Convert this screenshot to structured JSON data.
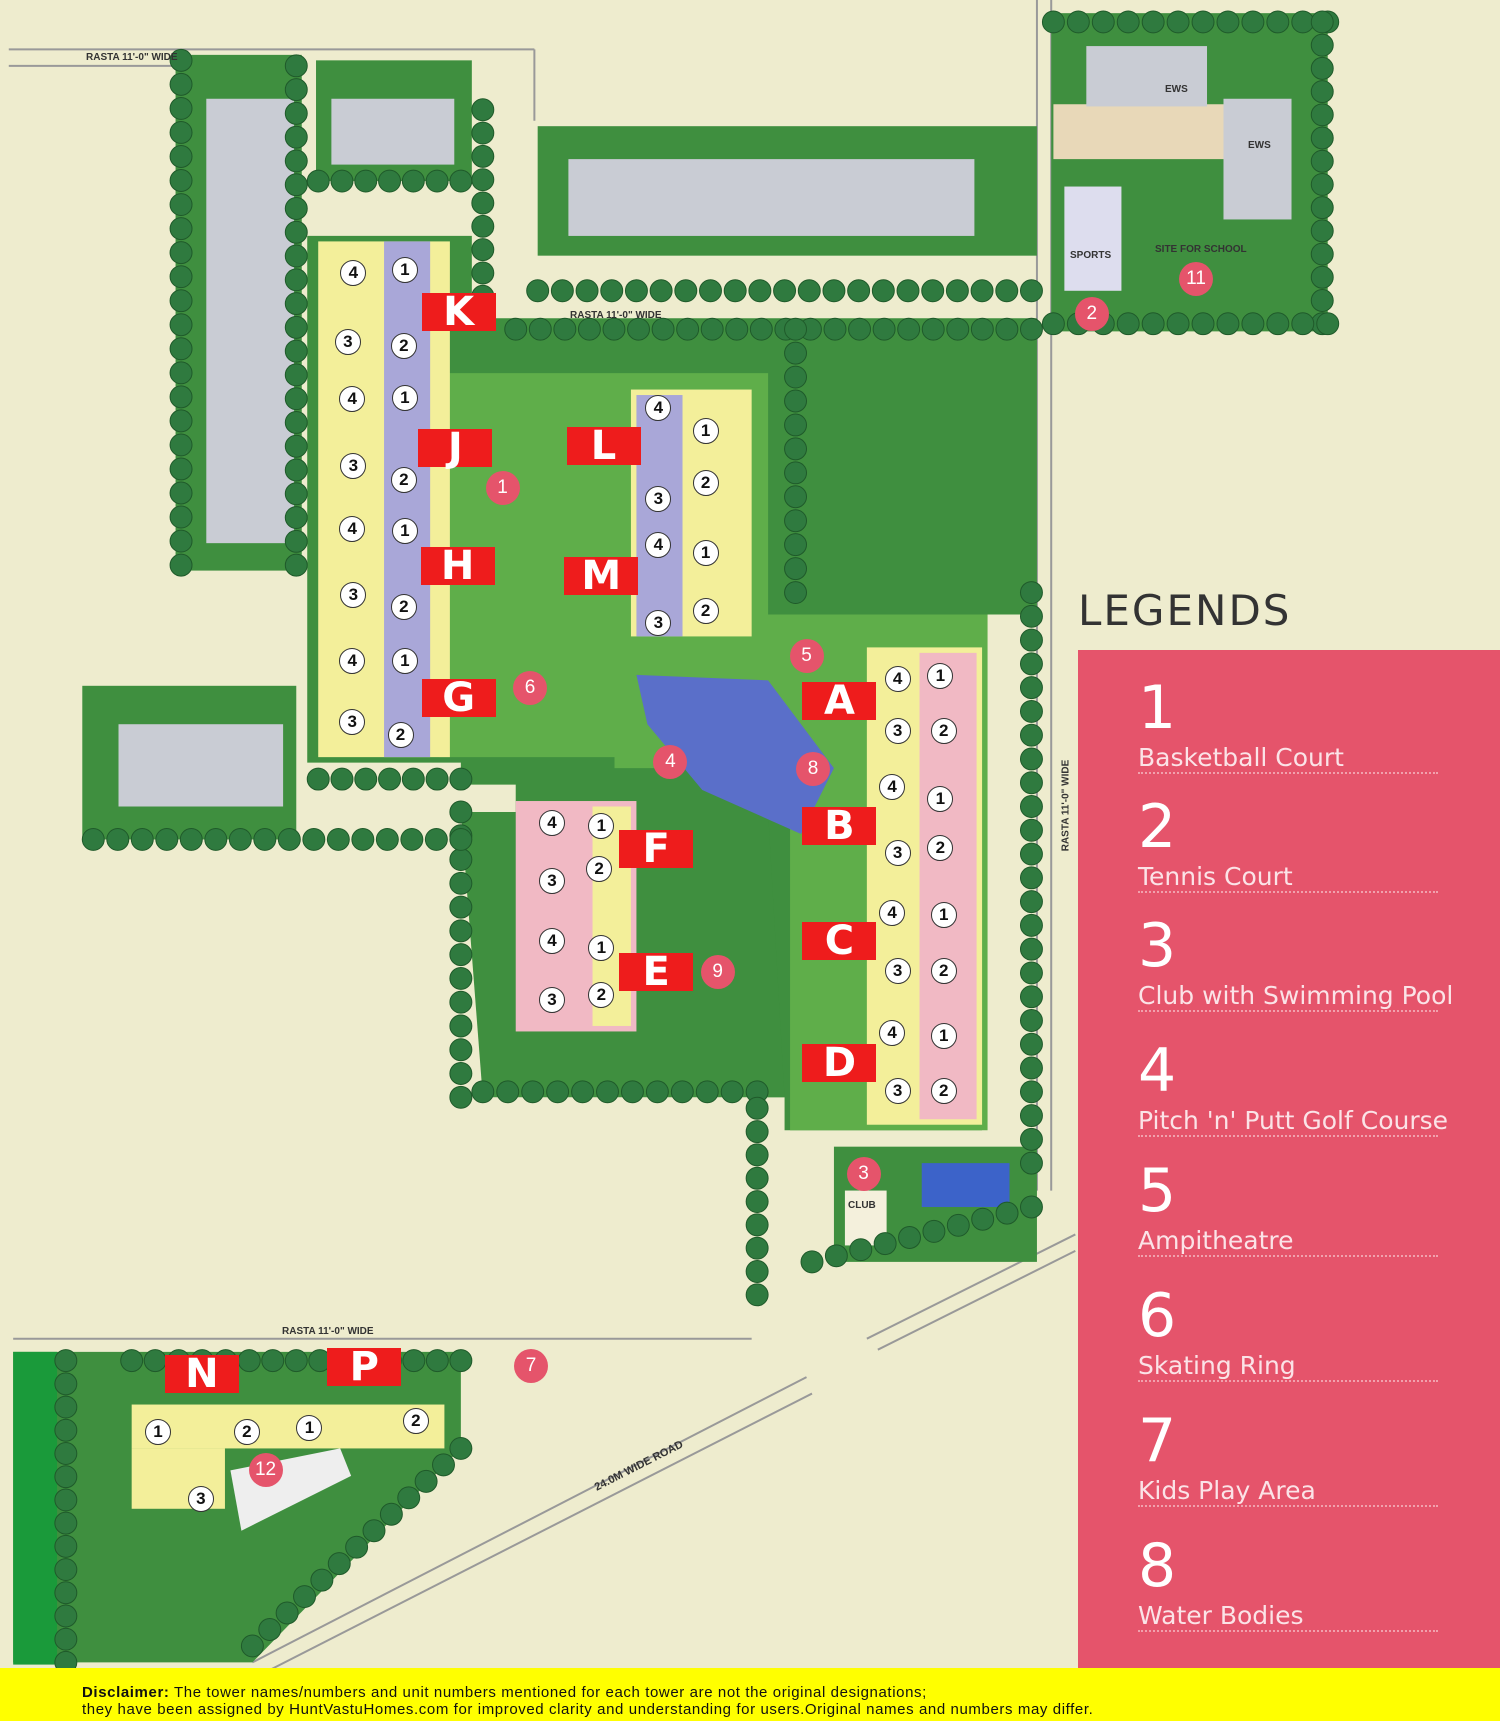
{
  "colors": {
    "background": "#eeecce",
    "greenery": "#3f8f3f",
    "tower_label": "#ee1c1c",
    "legend_panel": "#e5546b",
    "disclaimer_bar": "#ffff00"
  },
  "map_labels": {
    "rasta_top": "RASTA 11'-0\" WIDE",
    "rasta_mid": "RASTA 11'-0\" WIDE",
    "rasta_right": "RASTA 11'-0\" WIDE",
    "rasta_bottom": "RASTA 11'-0\" WIDE",
    "sports": "SPORTS",
    "school": "SITE FOR SCHOOL",
    "ews1": "EWS",
    "ews2": "EWS",
    "club": "CLUB",
    "road": "24.0M WIDE ROAD"
  },
  "towers": [
    "K",
    "J",
    "L",
    "H",
    "M",
    "G",
    "A",
    "B",
    "F",
    "C",
    "E",
    "D",
    "N",
    "P"
  ],
  "amenities": [
    "1",
    "2",
    "3",
    "4",
    "5",
    "6",
    "7",
    "8",
    "9",
    "11",
    "12"
  ],
  "units": {
    "K": [
      "4",
      "1",
      "3",
      "2"
    ],
    "J": [
      "4",
      "1",
      "3",
      "2"
    ],
    "H": [
      "4",
      "1",
      "3",
      "2"
    ],
    "G": [
      "4",
      "1",
      "3",
      "2"
    ],
    "L": [
      "4",
      "1",
      "3",
      "2"
    ],
    "M": [
      "4",
      "1",
      "3",
      "2"
    ],
    "A": [
      "4",
      "1",
      "3",
      "2"
    ],
    "B": [
      "4",
      "1",
      "3",
      "2"
    ],
    "C": [
      "4",
      "1",
      "3",
      "2"
    ],
    "D": [
      "4",
      "1",
      "3",
      "2"
    ],
    "F": [
      "4",
      "1",
      "3",
      "2"
    ],
    "E": [
      "4",
      "1",
      "3",
      "2"
    ],
    "N": [
      "1",
      "2",
      "3"
    ],
    "P": [
      "1",
      "2"
    ]
  },
  "legend": {
    "title": "LEGENDS",
    "items": [
      {
        "num": "1",
        "label": "Basketball Court"
      },
      {
        "num": "2",
        "label": "Tennis Court"
      },
      {
        "num": "3",
        "label": "Club with Swimming Pool"
      },
      {
        "num": "4",
        "label": "Pitch 'n' Putt Golf Course"
      },
      {
        "num": "5",
        "label": "Ampitheatre"
      },
      {
        "num": "6",
        "label": "Skating Ring"
      },
      {
        "num": "7",
        "label": "Kids Play Area"
      },
      {
        "num": "8",
        "label": "Water Bodies"
      }
    ]
  },
  "disclaimer": {
    "heading": "Disclaimer:",
    "line1": "The tower names/numbers and unit numbers mentioned for each tower are not the original designations;",
    "line2": "they have been assigned by HuntVastuHomes.com for improved clarity and understanding for users.Original names and numbers may differ."
  }
}
